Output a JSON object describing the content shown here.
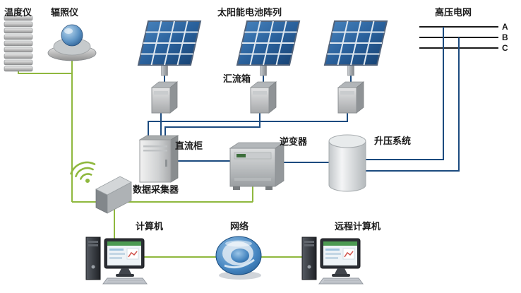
{
  "diagram": {
    "nodes": {
      "temperature_meter": {
        "label": "温度仪",
        "icon": "temperature-meter-icon"
      },
      "irradiance_meter": {
        "label": "辐照仪",
        "icon": "irradiance-meter-icon"
      },
      "solar_array": {
        "label": "太阳能电池阵列",
        "icon": "solar-panel-icon",
        "panel_count": 3
      },
      "combiner_box": {
        "label": "汇流箱",
        "icon": "combiner-box-icon",
        "count": 3
      },
      "hv_grid": {
        "label": "高压电网",
        "phases": [
          "A",
          "B",
          "C"
        ]
      },
      "dc_cabinet": {
        "label": "直流柜",
        "icon": "dc-cabinet-icon"
      },
      "inverter": {
        "label": "逆变器",
        "icon": "inverter-icon"
      },
      "boost_system": {
        "label": "升压系统",
        "icon": "boost-cylinder-icon"
      },
      "data_collector": {
        "label": "数据采集器",
        "icon": "data-collector-icon"
      },
      "computer": {
        "label": "计算机",
        "icon": "computer-icon"
      },
      "network": {
        "label": "网络",
        "icon": "network-globe-icon"
      },
      "remote_computer": {
        "label": "远程计算机",
        "icon": "remote-computer-icon"
      }
    },
    "colors": {
      "power_line": "#1c4b7f",
      "data_line": "#8fb83e",
      "grid_line": "#1a1a1a",
      "label_text": "#1c1c1c"
    }
  }
}
